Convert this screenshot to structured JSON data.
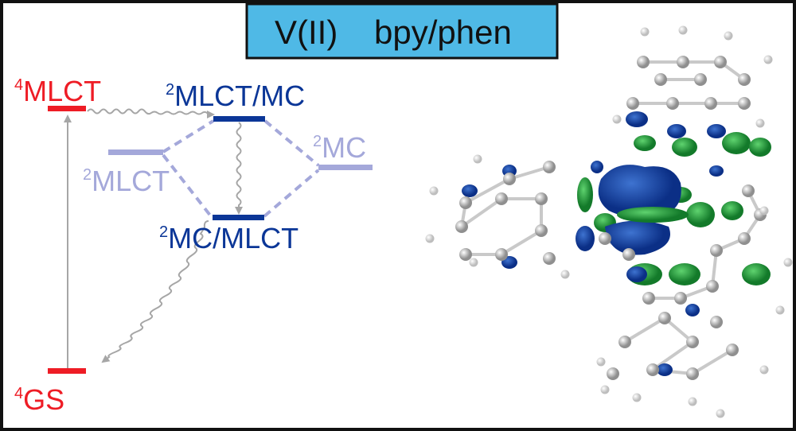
{
  "title": {
    "metal": "V(II)",
    "ligands": "bpy/phen",
    "box_color": "#4fb9e6"
  },
  "levels": {
    "quartet_mlct": {
      "sup": "4",
      "label": "MLCT",
      "color": "#ee1c25"
    },
    "doublet_mlct_mc": {
      "sup": "2",
      "label": "MLCT/MC",
      "color": "#0b3697"
    },
    "doublet_mlct": {
      "sup": "2",
      "label": "MLCT",
      "color": "#a4a8da"
    },
    "doublet_mc": {
      "sup": "2",
      "label": "MC",
      "color": "#a4a8da"
    },
    "doublet_mc_mlct": {
      "sup": "2",
      "label": "MC/MLCT",
      "color": "#0b3697"
    },
    "quartet_gs": {
      "sup": "4",
      "label": "GS",
      "color": "#ee1c25"
    }
  },
  "colors": {
    "arrow": "#a6a6a6",
    "orbital_pos": "#1a4fa8",
    "orbital_neg": "#1f9a3a",
    "carbon": "#b9b9b9",
    "hydrogen": "#f2f2f2"
  }
}
